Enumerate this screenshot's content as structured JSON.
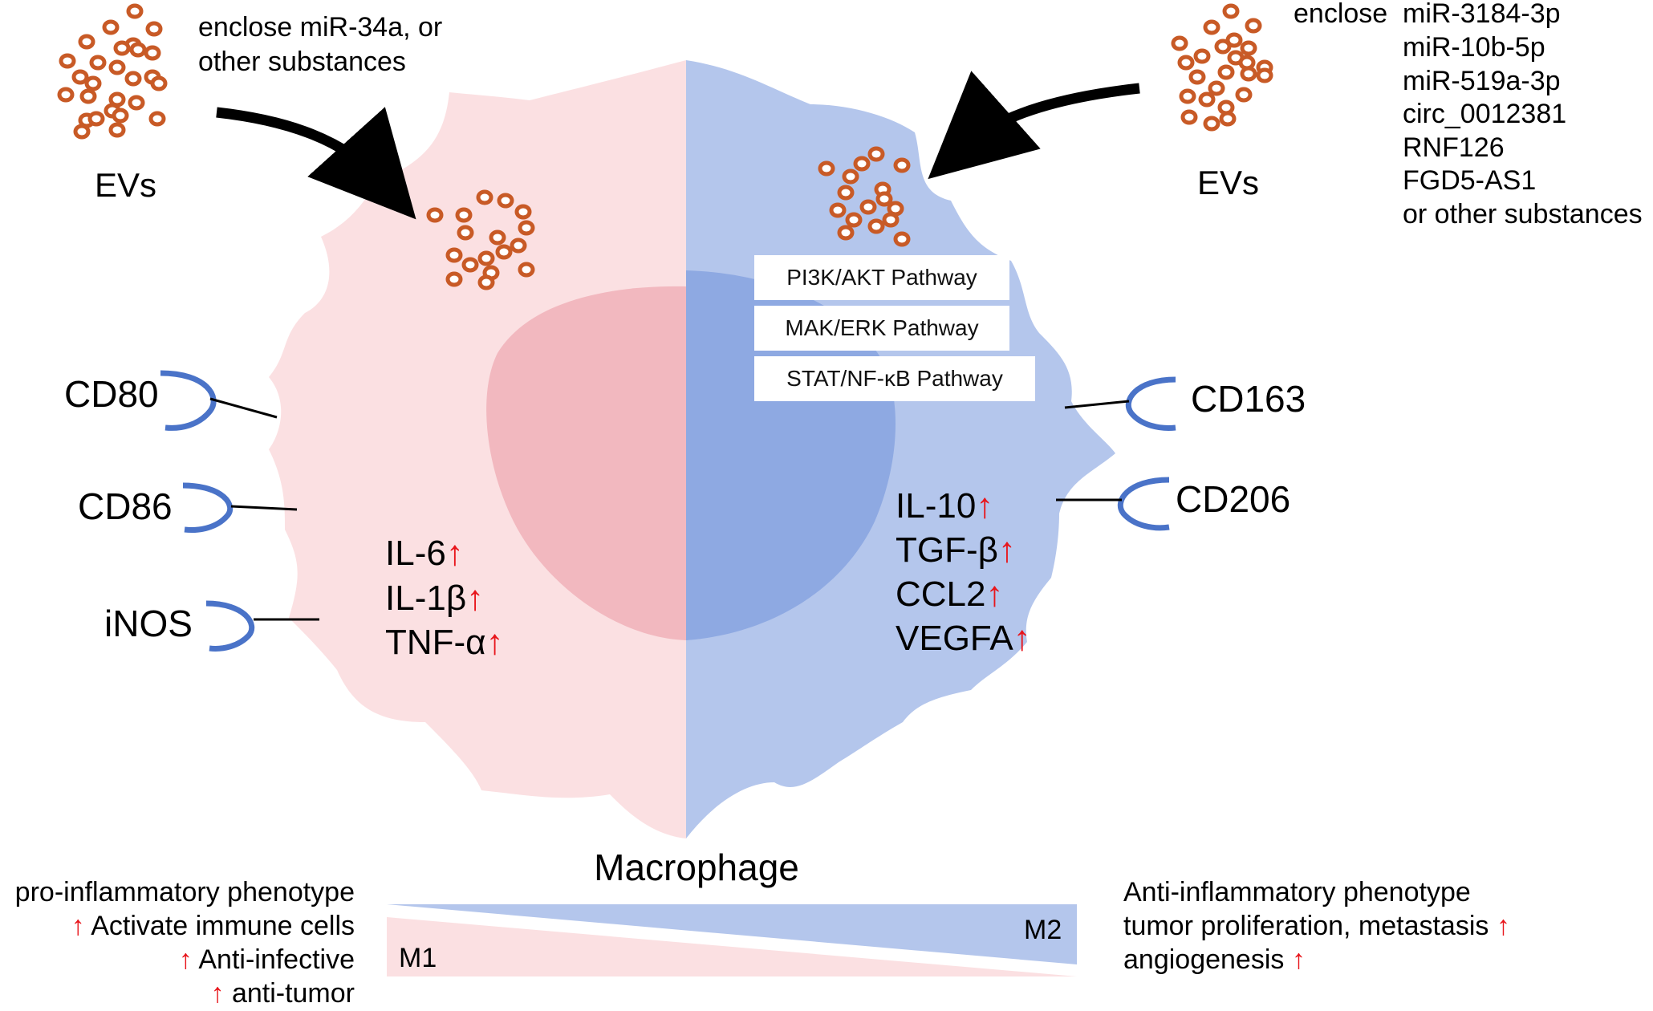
{
  "colors": {
    "m1_fill": "#fbe0e2",
    "m1_nucleus": "#f2b8bf",
    "m2_fill": "#b4c6ec",
    "m2_nucleus": "#8ea9e2",
    "receptor": "#4a73c8",
    "ev_particle": "#c85a26",
    "arrow": "#000000",
    "up_arrow": "#e8151b"
  },
  "left_ev": {
    "label": "EVs",
    "description_line1": "enclose miR-34a, or",
    "description_line2": "other substances"
  },
  "right_ev": {
    "label": "EVs",
    "enclose_word": "enclose",
    "items": [
      "miR-3184-3p",
      "miR-10b-5p",
      "miR-519a-3p",
      "circ_0012381",
      "RNF126",
      "FGD5-AS1",
      "or other substances"
    ]
  },
  "pathways": [
    "PI3K/AKT Pathway",
    "MAK/ERK Pathway",
    "STAT/NF-κB Pathway"
  ],
  "m1_receptors": [
    "CD80",
    "CD86",
    "iNOS"
  ],
  "m2_receptors": [
    "CD163",
    "CD206"
  ],
  "m1_cytokines": [
    "IL-6",
    "IL-1β",
    "TNF-α"
  ],
  "m2_cytokines": [
    "IL-10",
    "TGF-β",
    "CCL2",
    "VEGFA"
  ],
  "up_symbol": "↑",
  "cell_label": "Macrophage",
  "gradient": {
    "m1_label": "M1",
    "m2_label": "M2"
  },
  "m1_phenotype": {
    "title": "pro-inflammatory phenotype",
    "effects": [
      "Activate immune cells",
      "Anti-infective",
      "anti-tumor"
    ]
  },
  "m2_phenotype": {
    "title": "Anti-inflammatory phenotype",
    "effects": [
      "tumor proliferation, metastasis",
      "angiogenesis"
    ]
  }
}
